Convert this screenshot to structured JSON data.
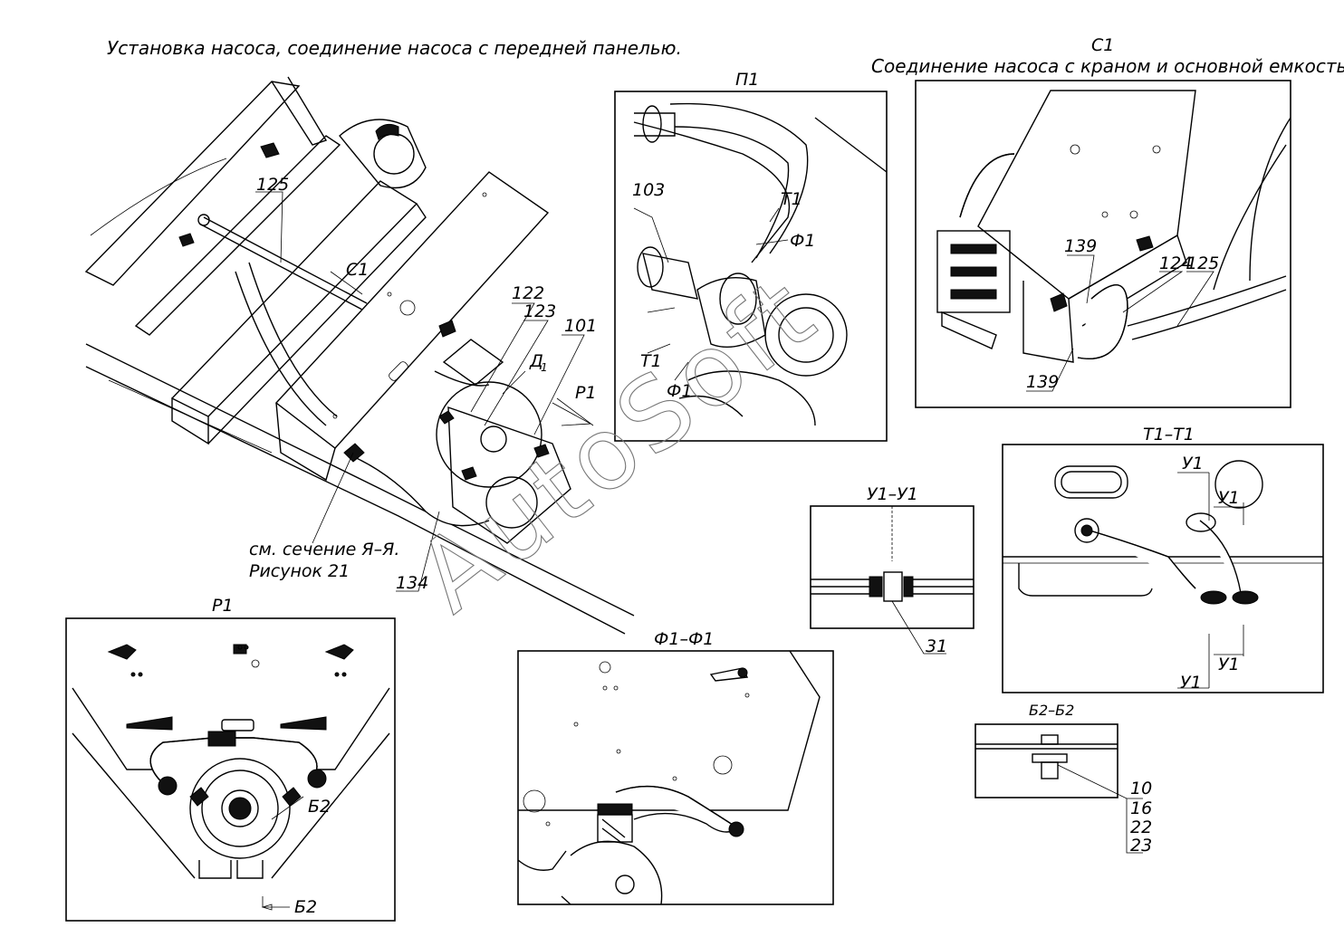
{
  "main_title": "Установка насоса, соединение насоса с передней панелью.",
  "views": {
    "c1": {
      "header": "С1",
      "caption": "Соединение насоса с краном и основной емкостью"
    },
    "p1_top": {
      "header": "П1"
    },
    "p1_bottom": {
      "header": "Р1"
    },
    "t1t1": {
      "header": "Т1–Т1"
    },
    "u1u1": {
      "header": "У1–У1"
    },
    "f1f1": {
      "header": "Ф1–Ф1"
    },
    "b2b2": {
      "header": "Б2–Б2"
    }
  },
  "callouts": {
    "main": {
      "c125": "125",
      "c1": "С1",
      "c122": "122",
      "c123": "123",
      "c101": "101",
      "d1": "Д",
      "d1_sub": "1",
      "p1": "Р1",
      "c134": "134",
      "note_line1": "см. сечение Я–Я.",
      "note_line2": "Рисунок 21"
    },
    "p1_view": {
      "c103": "103",
      "t1a": "Т1",
      "f1a": "Ф1",
      "t1b": "Т1",
      "f1b": "Ф1"
    },
    "c1_view": {
      "c139a": "139",
      "c124": "124",
      "c125": "125",
      "c139b": "139"
    },
    "t1_view": {
      "u1a": "У1",
      "u1b": "У1",
      "u1c": "У1",
      "u1d": "У1"
    },
    "u1_view": {
      "c31": "31"
    },
    "p1b_view": {
      "b2a": "Б2",
      "b2b": "Б2"
    },
    "b2_view": {
      "c10": "10",
      "c16": "16",
      "c22": "22",
      "c23": "23"
    }
  },
  "watermark": "AutoSoft",
  "colors": {
    "ink": "#000000",
    "paper": "#ffffff",
    "watermark": "#777777"
  }
}
